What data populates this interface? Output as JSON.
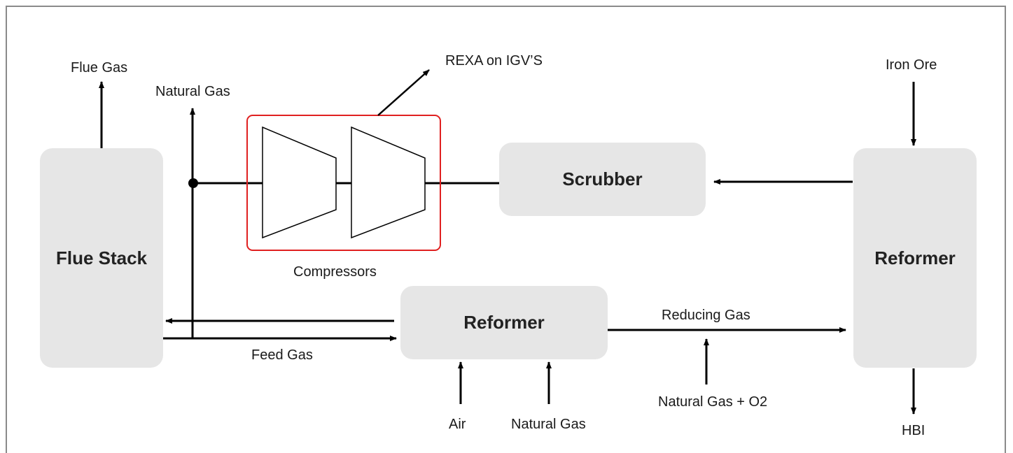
{
  "blocks": {
    "flue_stack": "Flue Stack",
    "scrubber": "Scrubber",
    "reformer_center": "Reformer",
    "reformer_right": "Reformer"
  },
  "labels": {
    "flue_gas": "Flue Gas",
    "natural_gas_top": "Natural Gas",
    "rexa": "REXA on IGV’S",
    "compressors": "Compressors",
    "iron_ore": "Iron Ore",
    "feed_gas": "Feed Gas",
    "reducing_gas": "Reducing Gas",
    "air": "Air",
    "natural_gas_bottom": "Natural Gas",
    "natural_gas_o2": "Natural Gas + O2",
    "hbi": "HBI"
  },
  "colors": {
    "box_fill": "#e6e6e6",
    "highlight_border": "#e02020",
    "line": "#000000",
    "frame": "#8a8a8a"
  }
}
